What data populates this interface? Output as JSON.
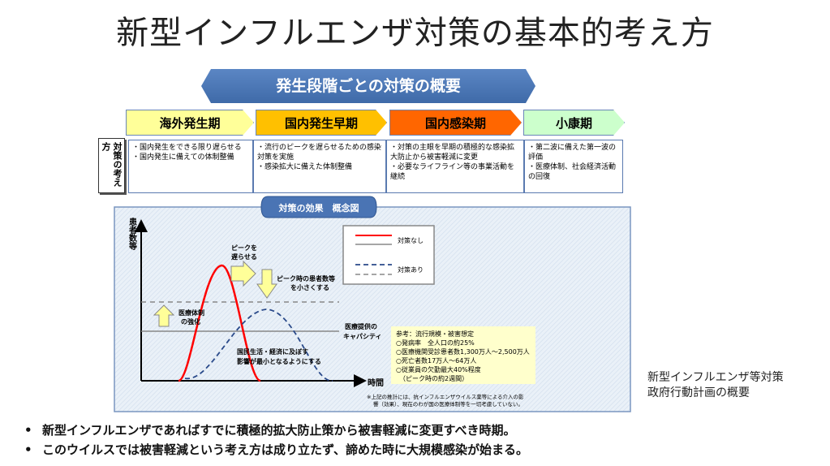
{
  "title": "新型インフルエンザ対策の基本的考え方",
  "banner": "発生段階ごとの対策の概要",
  "row_label": "対策の考え方",
  "phases": [
    {
      "label": "海外発生期",
      "color": "#ffff99",
      "items": [
        "・国内発生をできる限り遅らせる",
        "・国内発生に備えての体制整備"
      ]
    },
    {
      "label": "国内発生早期",
      "color": "#ffc000",
      "items": [
        "・流行のピークを遅らせるための感染対策を実施",
        "・感染拡大に備えた体制整備"
      ]
    },
    {
      "label": "国内感染期",
      "color": "#ff6600",
      "items": [
        "・対策の主眼を早期の積極的な感染拡大防止から被害軽減に変更",
        "・必要なライフライン等の事業活動を継続"
      ]
    },
    {
      "label": "小康期",
      "color": "#ccffcc",
      "items": [
        "・第二波に備えた第一波の評価",
        "・医療体制、社会経済活動の回復"
      ]
    }
  ],
  "diagram": {
    "tab": "対策の効果　概念図",
    "y_label": "患者数等",
    "x_label": "時間",
    "legend": {
      "no_measures": "対策なし",
      "with_measures": "対策あり"
    },
    "delay_peak": [
      "ピークを",
      "遅らせる"
    ],
    "reduce_peak": [
      "ピーク時の患者数等",
      "を小さくする"
    ],
    "strengthen": [
      "医療体制",
      "の強化"
    ],
    "capacity": [
      "医療提供の",
      "キャパシティ"
    ],
    "minimize": [
      "国民生活・経済に及ぼす",
      "影響が最小となるようにする"
    ],
    "reference": [
      "参考：流行規模・被害想定",
      "○発病率　全人口の約25%",
      "○医療機関受診患者数1,300万人～2,500万人",
      "○死亡者数17万人～64万人",
      "○従業員の欠勤最大40%程度",
      "　（ピーク時の約2週間）"
    ],
    "footnote": [
      "※上記の推計には、抗インフルエンザウイルス薬等による介入の影",
      "響（効果）、現在のわが国の医療体制等を一切考慮していない。"
    ],
    "colors": {
      "red": "#ff0000",
      "blue": "#2a4a8a",
      "gray": "#888888",
      "note": "#ffffcc"
    }
  },
  "source": [
    "新型インフルエンザ等対策",
    "政府行動計画の概要"
  ],
  "bullets": [
    "新型インフルエンザであればすでに積極的拡大防止策から被害軽減に変更すべき時期。",
    "このウイルスでは被害軽減という考え方は成り立たず、諦めた時に大規模感染が始まる。"
  ]
}
